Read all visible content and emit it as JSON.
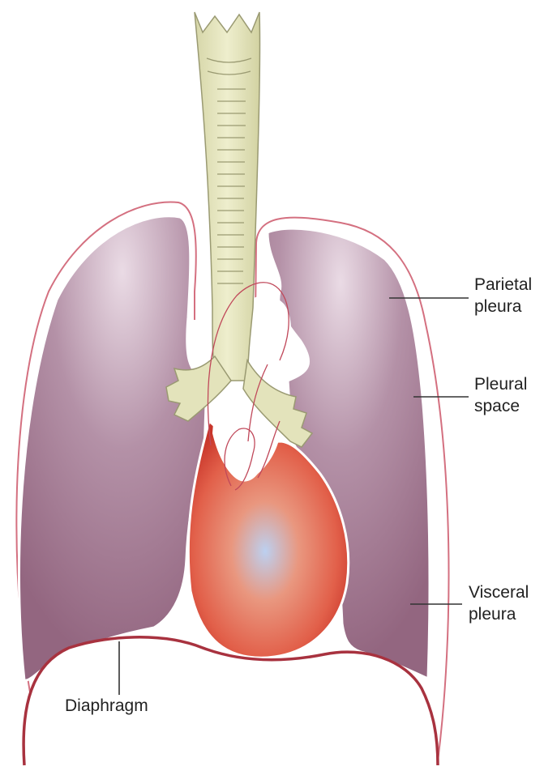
{
  "labels": {
    "parietal_pleura": [
      "Parietal",
      "pleura"
    ],
    "pleural_space": [
      "Pleural",
      "space"
    ],
    "visceral_pleura": [
      "Visceral",
      "pleura"
    ],
    "diaphragm": "Diaphragm"
  },
  "colors": {
    "lung_fill": "#9a6f86",
    "lung_highlight": "#e6d4e0",
    "pleura_line": "#c0485a",
    "trachea_fill": "#e3e3bb",
    "trachea_stroke": "#8f8f6a",
    "heart_core": "#bcd0f0",
    "heart_mid": "#e87058",
    "heart_edge": "#c8352a",
    "diaphragm_line": "#a8323f",
    "leader_line": "#333333"
  }
}
